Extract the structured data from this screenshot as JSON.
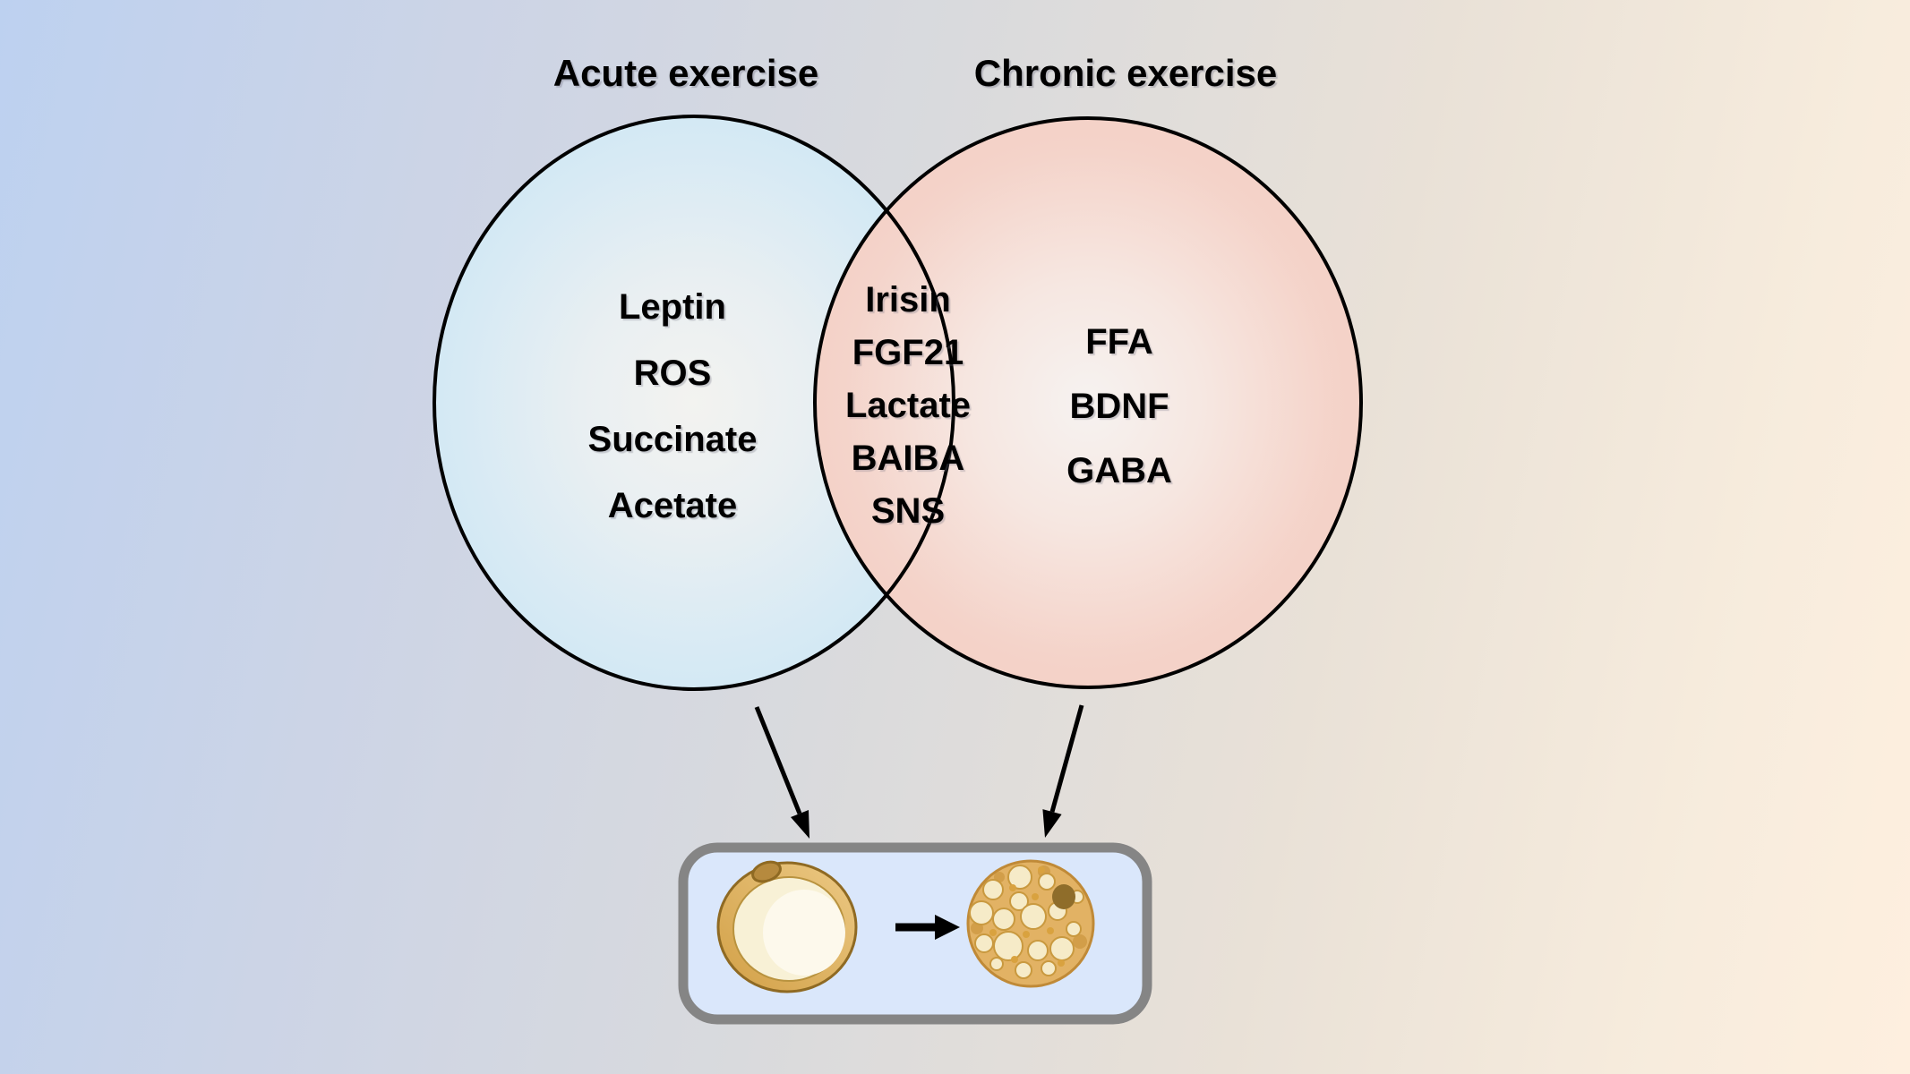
{
  "venn": {
    "left": {
      "title": "Acute exercise",
      "items": [
        "Leptin",
        "ROS",
        "Succinate",
        "Acetate"
      ]
    },
    "overlap": {
      "items": [
        "Irisin",
        "FGF21",
        "Lactate",
        "BAIBA",
        "SNS"
      ]
    },
    "right": {
      "title": "Chronic exercise",
      "items": [
        "FFA",
        "BDNF",
        "GABA"
      ]
    }
  },
  "colors": {
    "outline": "#000000",
    "left_circle_edge": "#cbe6f4",
    "left_circle_center": "#f3f3f0",
    "right_circle_edge": "#f3ccc1",
    "right_circle_center": "#f7f3f1",
    "overlap_fill": "#f2c9bf",
    "arrow": "#000000",
    "panel_fill": "#dae7fb",
    "panel_border": "#858585",
    "adipocyte_gold": "#d2a047",
    "adipocyte_cream": "#f8f1d6",
    "nucleus_brown": "#8f6d2a"
  },
  "icons": {
    "white_adipocyte": "white-adipocyte-icon",
    "beige_adipocyte": "beige-adipocyte-icon",
    "transition_arrow": "right-arrow-icon"
  }
}
